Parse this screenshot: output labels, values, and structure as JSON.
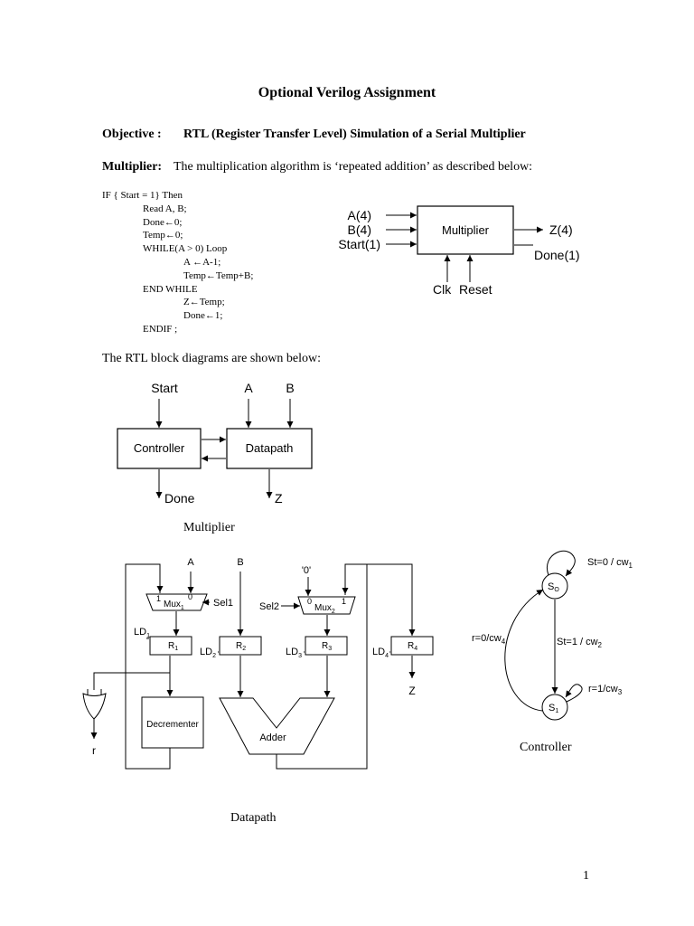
{
  "title": "Optional Verilog Assignment",
  "objective": {
    "label": "Objective :",
    "text": "RTL (Register Transfer Level) Simulation of a Serial Multiplier"
  },
  "multiplier": {
    "label": "Multiplier:",
    "text": "The multiplication algorithm is ‘repeated addition’ as described below:"
  },
  "code_lines": [
    "IF { Start = 1} Then",
    "Read A, B;",
    "Done←0;",
    "Temp←0;",
    "WHILE(A > 0) Loop",
    "A ←A-1;",
    "Temp←Temp+B;",
    "END WHILE",
    "Z←Temp;",
    "Done←1;",
    "ENDIF ;"
  ],
  "block": {
    "box_label": "Multiplier",
    "inputs": [
      "A(4)",
      "B(4)",
      "Start(1)"
    ],
    "outputs": [
      "Z(4)",
      "Done(1)"
    ],
    "controls": [
      "Clk",
      "Reset"
    ]
  },
  "rtl_intro": "The RTL block diagrams are shown below:",
  "top_diagram": {
    "controller": "Controller",
    "datapath": "Datapath",
    "start": "Start",
    "a": "A",
    "b": "B",
    "done": "Done",
    "z": "Z",
    "caption": "Multiplier"
  },
  "datapath": {
    "a": "A",
    "b": "B",
    "zero": "'0'",
    "mux1": "Mux",
    "mux1_sub": "1",
    "mux1_in1": "1",
    "mux1_in0": "0",
    "sel1": "Sel1",
    "mux2": "Mux",
    "mux2_sub": "2",
    "mux2_in0": "0",
    "mux2_in1": "1",
    "sel2": "Sel2",
    "regs": [
      {
        "main": "R",
        "sub": "1"
      },
      {
        "main": "R",
        "sub": "2"
      },
      {
        "main": "R",
        "sub": "3"
      },
      {
        "main": "R",
        "sub": "4"
      }
    ],
    "lds": [
      {
        "main": "LD",
        "sub": "1"
      },
      {
        "main": "LD",
        "sub": "2"
      },
      {
        "main": "LD",
        "sub": "3"
      },
      {
        "main": "LD",
        "sub": "4"
      }
    ],
    "z": "Z",
    "r": "r",
    "decrementer": "Decrementer",
    "adder": "Adder",
    "caption": "Datapath"
  },
  "controller_fsm": {
    "s0_main": "S",
    "s0_sub": "O",
    "s1_main": "S",
    "s1_sub": "1",
    "t_self0_main": "St=0 / cw",
    "t_self0_sub": "1",
    "t_01_main": "St=1 / cw",
    "t_01_sub": "2",
    "t_self1_main": "r=1/cw",
    "t_self1_sub": "3",
    "t_10_main": "r=0/cw",
    "t_10_sub": "4",
    "caption": "Controller"
  },
  "page_number": "1"
}
